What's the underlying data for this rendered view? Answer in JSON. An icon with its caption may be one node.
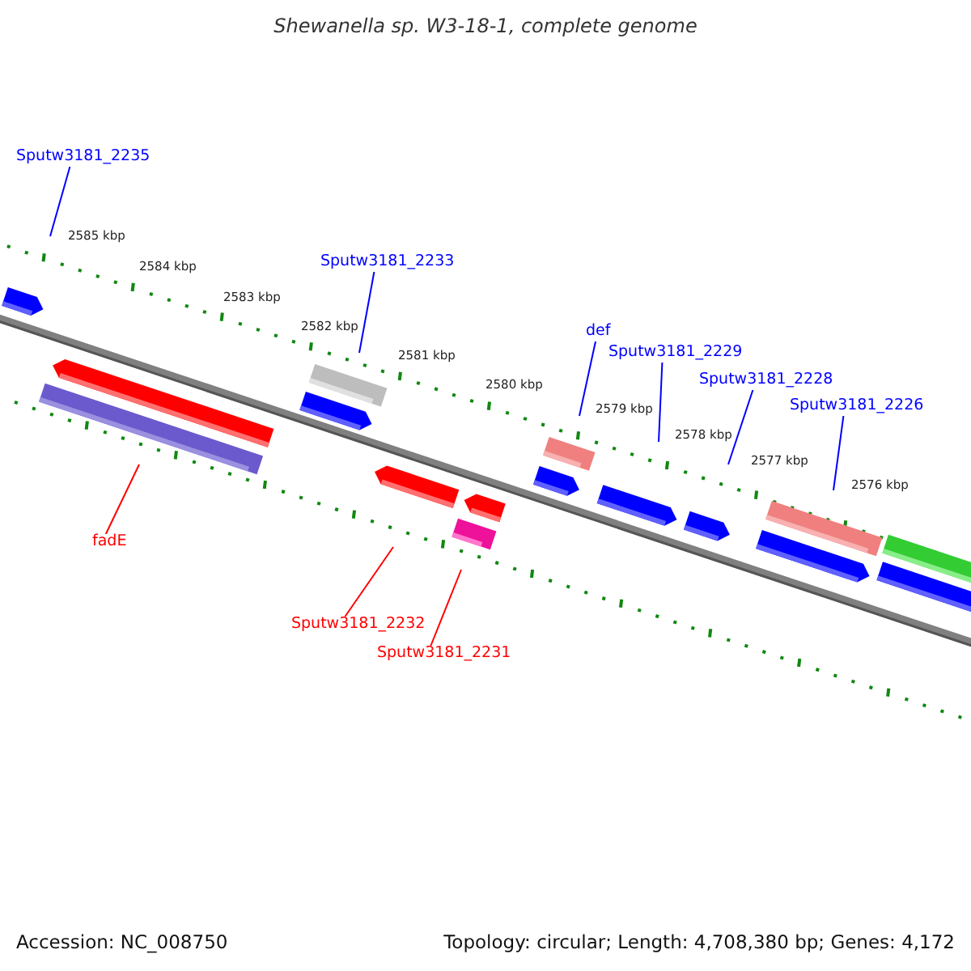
{
  "diagram": {
    "title": "Shewanella sp. W3-18-1, complete genome",
    "nodes": [
      {
        "text": [
          "Sputw3181_2235"
        ]
      },
      {
        "text": [
          "Sputw3181_2233"
        ]
      },
      {
        "text": [
          "def"
        ]
      },
      {
        "text": [
          "Sputw3181_2229"
        ]
      },
      {
        "text": [
          "Sputw3181_2228"
        ]
      },
      {
        "text": [
          "Sputw3181_2226"
        ]
      },
      {
        "text": [
          "fadE"
        ]
      },
      {
        "text": [
          "Sputw3181_2232"
        ]
      },
      {
        "text": [
          "Sputw3181_2231"
        ]
      }
    ],
    "edges": [
      {
        "from": 0,
        "to": null,
        "arrow": "none"
      },
      {
        "from": 1,
        "to": null,
        "arrow": "none"
      },
      {
        "from": 2,
        "to": null,
        "arrow": "none"
      },
      {
        "from": 3,
        "to": null,
        "arrow": "none"
      },
      {
        "from": 4,
        "to": null,
        "arrow": "none"
      },
      {
        "from": 5,
        "to": null,
        "arrow": "none"
      },
      {
        "from": 6,
        "to": null,
        "arrow": "none",
        "color": "#ff0000"
      },
      {
        "from": 7,
        "to": null,
        "arrow": "none",
        "color": "#ff0000"
      },
      {
        "from": 8,
        "to": null,
        "arrow": "none",
        "color": "#ff0000"
      }
    ],
    "labels": [
      "2585 kbp",
      "2584 kbp",
      "2583 kbp",
      "2582 kbp",
      "2581 kbp",
      "2580 kbp",
      "2579 kbp",
      "2578 kbp",
      "2577 kbp",
      "2576 kbp",
      "Accession: NC_008750",
      "Topology: circular; Length: 4,708,380 bp; Genes: 4,172"
    ]
  }
}
